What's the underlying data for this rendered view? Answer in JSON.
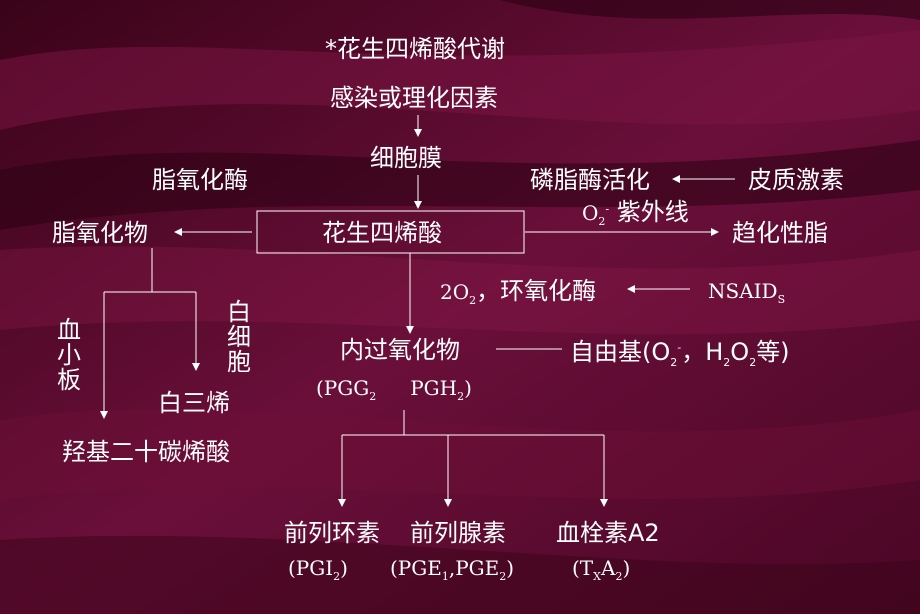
{
  "colors": {
    "background": "#5a0a30",
    "foreground": "#ffffff",
    "band": "#8a1a4a"
  },
  "diagram": {
    "title": "*花生四烯酸代谢",
    "trigger": "感染或理化因素",
    "membrane": "细胞膜",
    "lipoxygenase": "脂氧化酶",
    "phospholipase": "磷脂酶活化",
    "corticosteroid": "皮质激素",
    "stimuli": {
      "o2": "O",
      "o2_sub": "2",
      "o2_sup": "-",
      "uv": "紫外线"
    },
    "arachidonic_acid": "花生四烯酸",
    "chemotactic": "趋化性脂",
    "lipoxide": "脂氧化物",
    "cox": {
      "prefix": "2O",
      "sub": "2",
      "text": "，环氧化酶"
    },
    "nsaids": {
      "main": "NSAID",
      "sub": "S"
    },
    "platelet_chars": [
      "血",
      "小",
      "板"
    ],
    "leukocyte_chars": [
      "白",
      "细",
      "胞"
    ],
    "leukotriene": "白三烯",
    "hete": "羟基二十碳烯酸",
    "endoperoxide": "内过氧化物",
    "free_radicals": {
      "prefix": "自由基(O",
      "o_sub": "2",
      "o_sup": "-",
      "mid": "，H",
      "h_sub": "2",
      "o2b": "O",
      "o2b_sub": "2",
      "suffix": "等)"
    },
    "pgg_pgh": {
      "pgg": "(PGG",
      "pgg_sub": "2",
      "pgh": "PGH",
      "pgh_sub": "2",
      "close": ")"
    },
    "prostacyclin": "前列环素",
    "prostacyclin_abbr": {
      "open": "(PGI",
      "sub": "2",
      "close": ")"
    },
    "prostaglandin": "前列腺素",
    "prostaglandin_abbr": {
      "open": "(PGE",
      "sub1": "1",
      "mid": ",PGE",
      "sub2": "2",
      "close": ")"
    },
    "thromboxane": "血栓素A2",
    "thromboxane_abbr": {
      "open": "(T",
      "sub1": "X",
      "mid": "A",
      "sub2": "2",
      "close": ")"
    }
  }
}
